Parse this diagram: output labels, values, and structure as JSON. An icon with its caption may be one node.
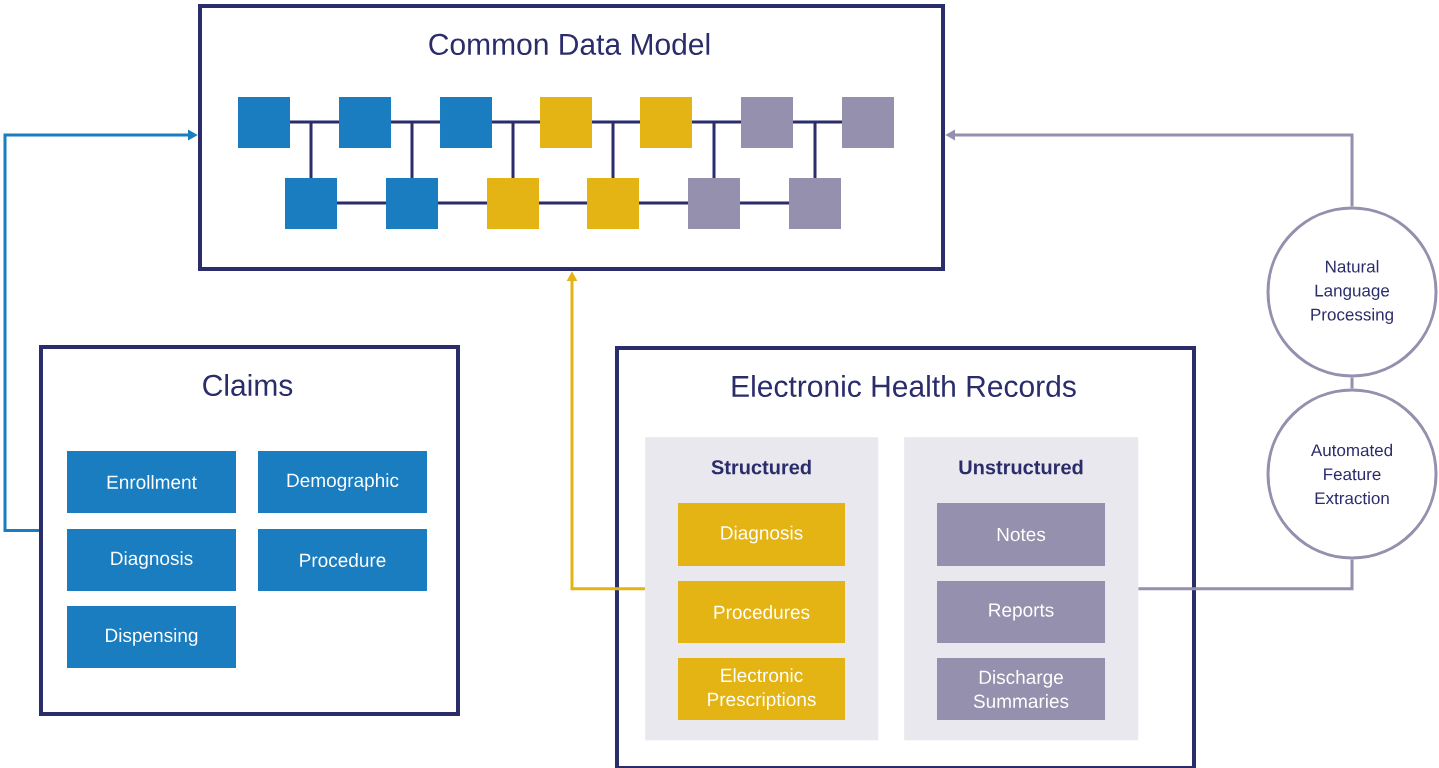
{
  "diagram": {
    "nodes": [
      {
        "text": [
          "Common Data Model"
        ]
      },
      {
        "text": [
          "Claims"
        ]
      },
      {
        "text": [
          "Enrollment"
        ],
        "in": 1
      },
      {
        "text": [
          "Demographic"
        ],
        "in": 1
      },
      {
        "text": [
          "Diagnosis"
        ],
        "in": 1
      },
      {
        "text": [
          "Procedure"
        ],
        "in": 1
      },
      {
        "text": [
          "Dispensing"
        ],
        "in": 1
      },
      {
        "text": [
          "Electronic Health Records"
        ]
      },
      {
        "text": [
          "Structured"
        ],
        "in": 7
      },
      {
        "text": [
          "Diagnosis"
        ],
        "in": 8
      },
      {
        "text": [
          "Procedures"
        ],
        "in": 8
      },
      {
        "text": [
          "Electronic Prescriptions"
        ],
        "in": 8
      },
      {
        "text": [
          "Unstructured"
        ],
        "in": 7
      },
      {
        "text": [
          "Notes"
        ],
        "in": 12
      },
      {
        "text": [
          "Reports"
        ],
        "in": 12
      },
      {
        "text": [
          "Discharge Summaries"
        ],
        "in": 12
      },
      {
        "text": [
          "Natural Language Processing"
        ]
      },
      {
        "text": [
          "Automated Feature Extraction"
        ]
      }
    ],
    "edges": [
      {
        "from": 1,
        "to": 0,
        "arrow": "to",
        "color": "#1a7dc0"
      },
      {
        "from": 8,
        "to": 0,
        "arrow": "to",
        "color": "#e3b413"
      },
      {
        "from": 12,
        "to": 17,
        "arrow": "none",
        "color": "#9490ad"
      },
      {
        "from": 17,
        "to": 16,
        "arrow": "none",
        "color": "#9490ad"
      },
      {
        "from": 16,
        "to": 0,
        "arrow": "to",
        "color": "#9490ad"
      }
    ]
  }
}
